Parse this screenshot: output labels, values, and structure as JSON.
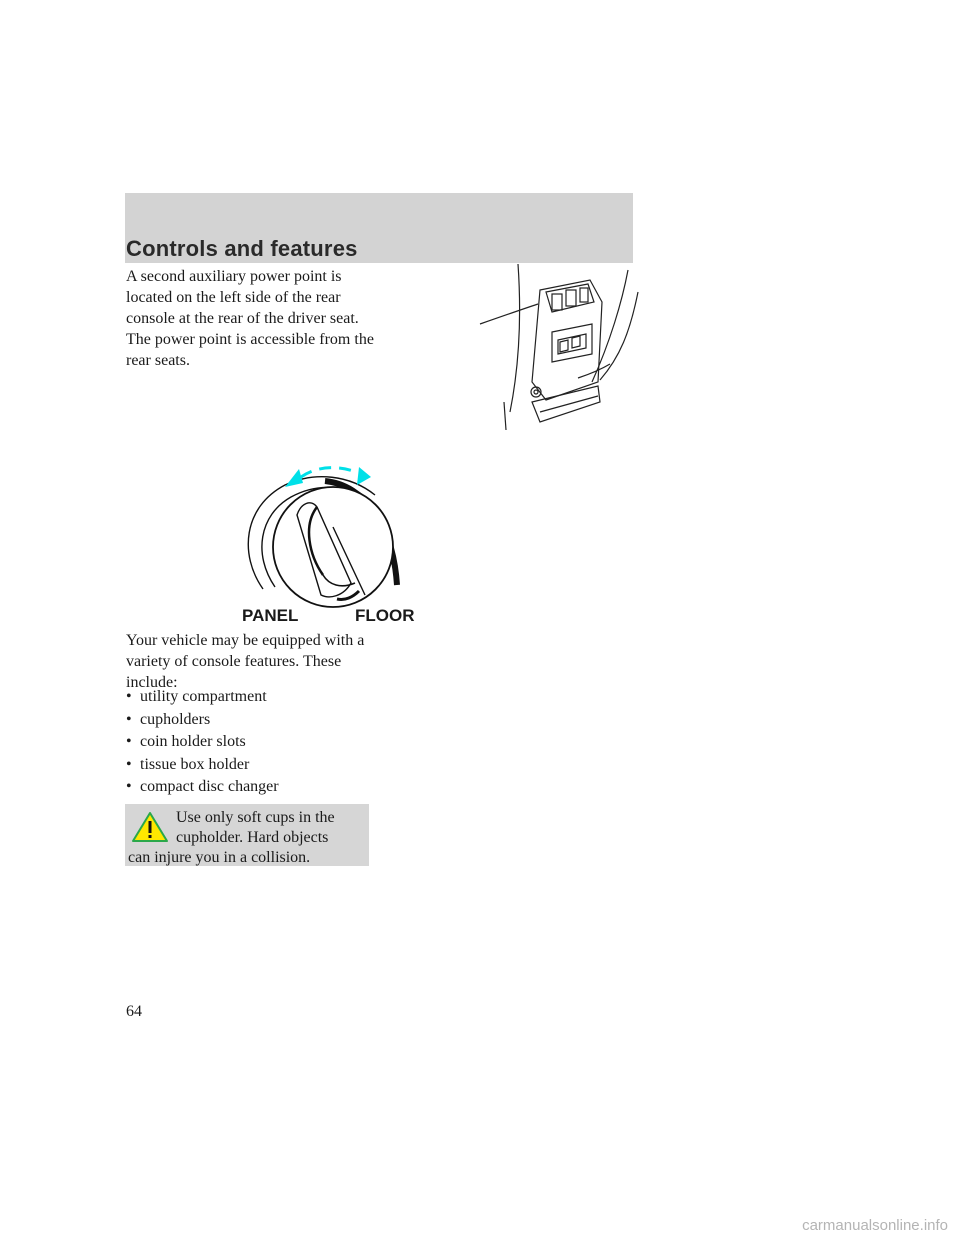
{
  "header": {
    "title": "Controls and features"
  },
  "body": {
    "paragraph1": "A second auxiliary power point is located on the left side of the rear console at the rear of the driver seat. The power point is accessible from the rear seats.",
    "paragraph2": "Your vehicle may be equipped with a variety of console features. These include:",
    "bullet_glyph": "•",
    "features": [
      "utility compartment",
      "cupholders",
      "coin holder slots",
      "tissue box holder",
      "compact disc changer"
    ]
  },
  "warning": {
    "line1": "Use only soft cups in the",
    "line2": "cupholder. Hard objects",
    "line3": "can injure you in a collision.",
    "icon": "warning-triangle-icon"
  },
  "knob": {
    "label_left": "PANEL",
    "label_right": "FLOOR",
    "arrow_color": "#00e0e8"
  },
  "colors": {
    "header_band": "#d3d3d3",
    "warning_box": "#d6d6d6"
  },
  "footer": {
    "page_number": "64",
    "watermark": "carmanualsonline.info"
  }
}
